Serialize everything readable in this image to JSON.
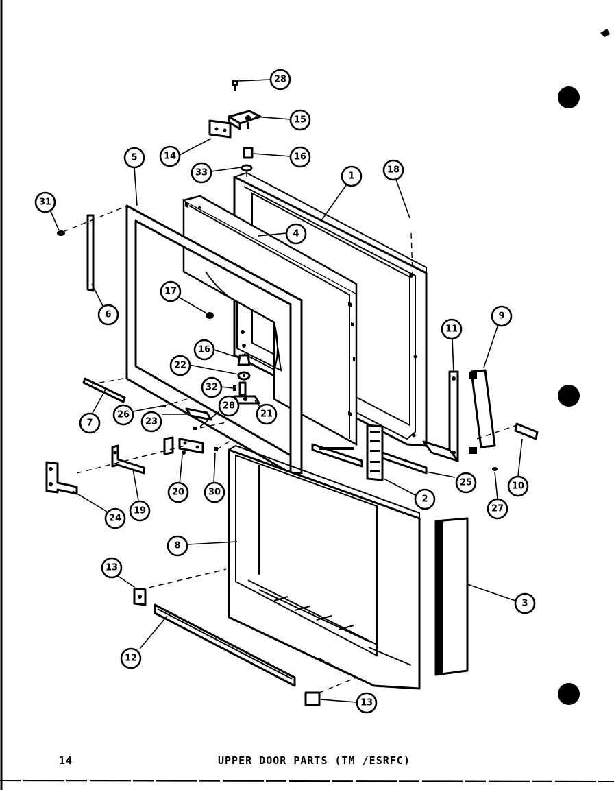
{
  "page": {
    "number": "14",
    "caption": "UPPER DOOR PARTS (TM /ESRFC)"
  },
  "callouts": [
    {
      "id": "c-28-top",
      "label": "28"
    },
    {
      "id": "c-15",
      "label": "15"
    },
    {
      "id": "c-14",
      "label": "14"
    },
    {
      "id": "c-16-top",
      "label": "16"
    },
    {
      "id": "c-33",
      "label": "33"
    },
    {
      "id": "c-5",
      "label": "5"
    },
    {
      "id": "c-1",
      "label": "1"
    },
    {
      "id": "c-18",
      "label": "18"
    },
    {
      "id": "c-31",
      "label": "31"
    },
    {
      "id": "c-4",
      "label": "4"
    },
    {
      "id": "c-6-left",
      "label": "6"
    },
    {
      "id": "c-17",
      "label": "17"
    },
    {
      "id": "c-16-mid",
      "label": "16"
    },
    {
      "id": "c-22",
      "label": "22"
    },
    {
      "id": "c-32",
      "label": "32"
    },
    {
      "id": "c-11",
      "label": "11"
    },
    {
      "id": "c-9",
      "label": "9"
    },
    {
      "id": "c-7",
      "label": "7"
    },
    {
      "id": "c-26",
      "label": "26"
    },
    {
      "id": "c-23",
      "label": "23"
    },
    {
      "id": "c-28-mid",
      "label": "28"
    },
    {
      "id": "c-21",
      "label": "21"
    },
    {
      "id": "c-20",
      "label": "20"
    },
    {
      "id": "c-30",
      "label": "30"
    },
    {
      "id": "c-19",
      "label": "19"
    },
    {
      "id": "c-24",
      "label": "24"
    },
    {
      "id": "c-2",
      "label": "2"
    },
    {
      "id": "c-25",
      "label": "25"
    },
    {
      "id": "c-27",
      "label": "27"
    },
    {
      "id": "c-10",
      "label": "10"
    },
    {
      "id": "c-8",
      "label": "8"
    },
    {
      "id": "c-3",
      "label": "3"
    },
    {
      "id": "c-13-left",
      "label": "13"
    },
    {
      "id": "c-12",
      "label": "12"
    },
    {
      "id": "c-13-right",
      "label": "13"
    }
  ]
}
